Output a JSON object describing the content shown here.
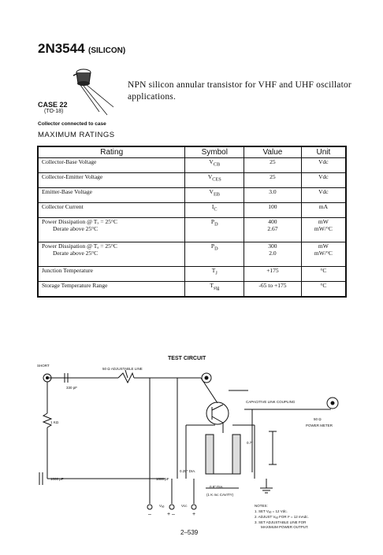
{
  "header": {
    "part_number": "2N3544",
    "material": "(SILICON)"
  },
  "description": "NPN silicon annular transistor for VHF and UHF oscillator applications.",
  "case": {
    "name": "CASE 22",
    "package": "(TO-18)",
    "note": "Collector connected to case"
  },
  "section_title": "MAXIMUM RATINGS",
  "table": {
    "headers": {
      "rating": "Rating",
      "symbol": "Symbol",
      "value": "Value",
      "unit": "Unit"
    },
    "rows": [
      {
        "rating": [
          "Collector-Base Voltage"
        ],
        "symbol": "V",
        "sub": "CB",
        "value": [
          "25"
        ],
        "unit": [
          "Vdc"
        ]
      },
      {
        "rating": [
          "Collector-Emitter Voltage"
        ],
        "symbol": "V",
        "sub": "CES",
        "value": [
          "25"
        ],
        "unit": [
          "Vdc"
        ]
      },
      {
        "rating": [
          "Emitter-Base Voltage"
        ],
        "symbol": "V",
        "sub": "EB",
        "value": [
          "3.0"
        ],
        "unit": [
          "Vdc"
        ]
      },
      {
        "rating": [
          "Collector Current"
        ],
        "symbol": "I",
        "sub": "C",
        "value": [
          "100"
        ],
        "unit": [
          "mA"
        ]
      },
      {
        "rating": [
          "Power Dissipation @ Tₓ = 25°C",
          "Derate above 25°C"
        ],
        "symbol": "P",
        "sub": "D",
        "value": [
          "400",
          "2.67"
        ],
        "unit": [
          "mW",
          "mW/°C"
        ]
      },
      {
        "rating": [
          "Power Dissipation @ Tₐ = 25°C",
          "Derate above 25°C"
        ],
        "symbol": "P",
        "sub": "D",
        "value": [
          "300",
          "2.0"
        ],
        "unit": [
          "mW",
          "mW/°C"
        ]
      },
      {
        "rating": [
          "Junction Temperature"
        ],
        "symbol": "T",
        "sub": "J",
        "value": [
          "+175"
        ],
        "unit": [
          "°C"
        ]
      },
      {
        "rating": [
          "Storage Temperature Range"
        ],
        "symbol": "T",
        "sub": "stg",
        "value": [
          "-65 to +175"
        ],
        "unit": [
          "°C"
        ]
      }
    ]
  },
  "circuit": {
    "title": "TEST CIRCUIT",
    "labels": {
      "short": "SHORT",
      "line": "50 Ω ADJUSTABLE LINE",
      "c330": "330 pF",
      "r1k": "1 KΩ",
      "c1000a": "1000 pF",
      "c1000b": "1000 pF",
      "dia025": "0.25\" DIA.",
      "dia08": "0.8\" DIA.",
      "cavity": "(1 K mc CAVITY)",
      "dim07": "0.7\"",
      "link": "CAPACITIVE LINK COUPLING",
      "meter1": "50 Ω",
      "meter2": "POWER METER",
      "veb": "Vₑᵦ",
      "vcc": "Vcc",
      "minus1": "–",
      "plus_minus": "+  –",
      "plus2": "+"
    },
    "notes": {
      "title": "NOTES:",
      "n1": "1.  SET Vₑᵦ = 12 Vdc.",
      "n2": "2.  ADJUST Vₑᵦ FOR Iᶜ = 12 mAdc.",
      "n3": "3.  SET ADJUSTABLE LINE FOR",
      "n3b": "MAXIMUM POWER OUTPUT."
    }
  },
  "page_number": "2–539"
}
